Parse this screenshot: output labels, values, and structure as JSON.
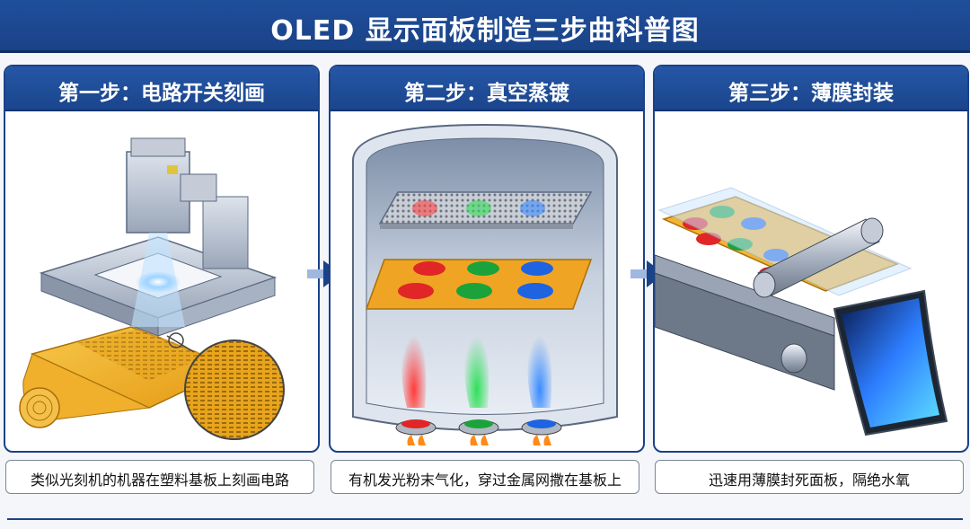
{
  "header": {
    "title": "OLED 显示面板制造三步曲科普图"
  },
  "steps": [
    {
      "title": "第一步：电路开关刻画",
      "caption": "类似光刻机的机器在塑料基板上刻画电路"
    },
    {
      "title": "第二步：真空蒸镀",
      "caption": "有机发光粉末气化，穿过金属网撒在基板上"
    },
    {
      "title": "第三步：薄膜封装",
      "caption": "迅速用薄膜封死面板，隔绝水氧"
    }
  ],
  "colors": {
    "brand": "#1a4288",
    "red": "#e02626",
    "green": "#1aa33a",
    "blue": "#1e63e0",
    "substrate": "#f2b431"
  },
  "icons": [
    "arrow-right-icon",
    "flame-icon"
  ]
}
